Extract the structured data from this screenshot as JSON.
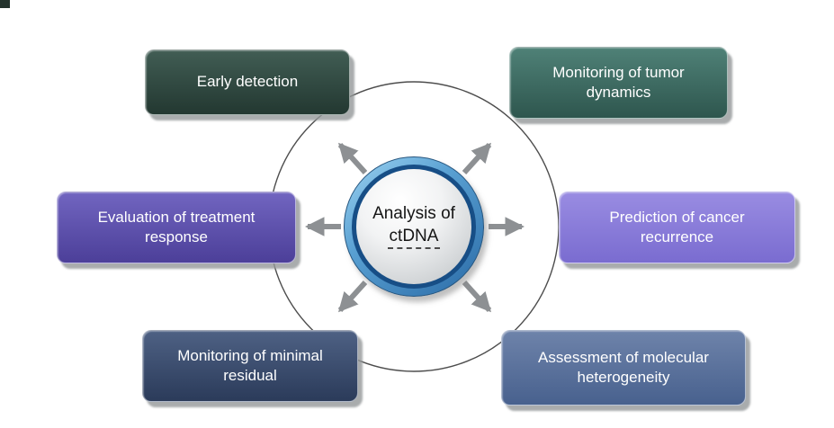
{
  "center": {
    "line1": "Analysis of",
    "line2": "ctDNA"
  },
  "nodes": [
    {
      "id": "early-detection",
      "label": "Early detection",
      "color": "#2f463e"
    },
    {
      "id": "monitoring-tumor-dynamics",
      "label": "Monitoring of tumor dynamics",
      "color": "#3e6a61"
    },
    {
      "id": "evaluation-treatment-response",
      "label": "Evaluation of treatment response",
      "color": "#5c50aa"
    },
    {
      "id": "prediction-cancer-recurrence",
      "label": "Prediction of cancer recurrence",
      "color": "#8478d8"
    },
    {
      "id": "monitoring-minimal-residual",
      "label": "Monitoring of minimal residual",
      "color": "#3d4f70"
    },
    {
      "id": "assessment-molecular-heterogeneity",
      "label": "Assessment of molecular heterogeneity",
      "color": "#5b719c"
    }
  ],
  "colors": {
    "ring_outer_blue": "#4f94c8",
    "ring_inner_blue": "#174e86",
    "sphere_gray": "#d9dcde",
    "arrow_gray": "#8d9093",
    "connector_stroke": "#4d4d4d",
    "node_text": "#ffffff",
    "background": "#ffffff"
  }
}
